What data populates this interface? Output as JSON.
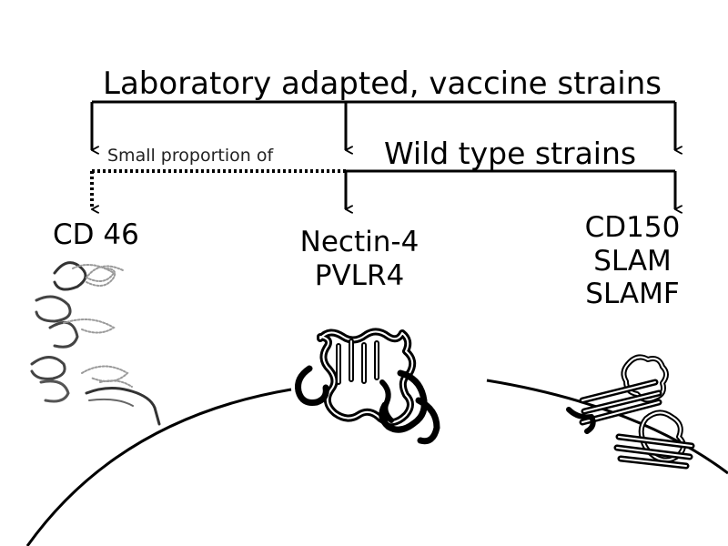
{
  "header": {
    "title": "Laboratory adapted, vaccine strains"
  },
  "branches": {
    "small_proportion": "Small proportion of",
    "wild_type": "Wild type strains"
  },
  "receptors": [
    {
      "lines": [
        "CD 46"
      ]
    },
    {
      "lines": [
        "Nectin-4",
        "PVLR4"
      ]
    },
    {
      "lines": [
        "CD150",
        "SLAM",
        "SLAMF"
      ]
    }
  ],
  "colors": {
    "line": "#000000",
    "protein_gray": "#9a9a9a"
  }
}
